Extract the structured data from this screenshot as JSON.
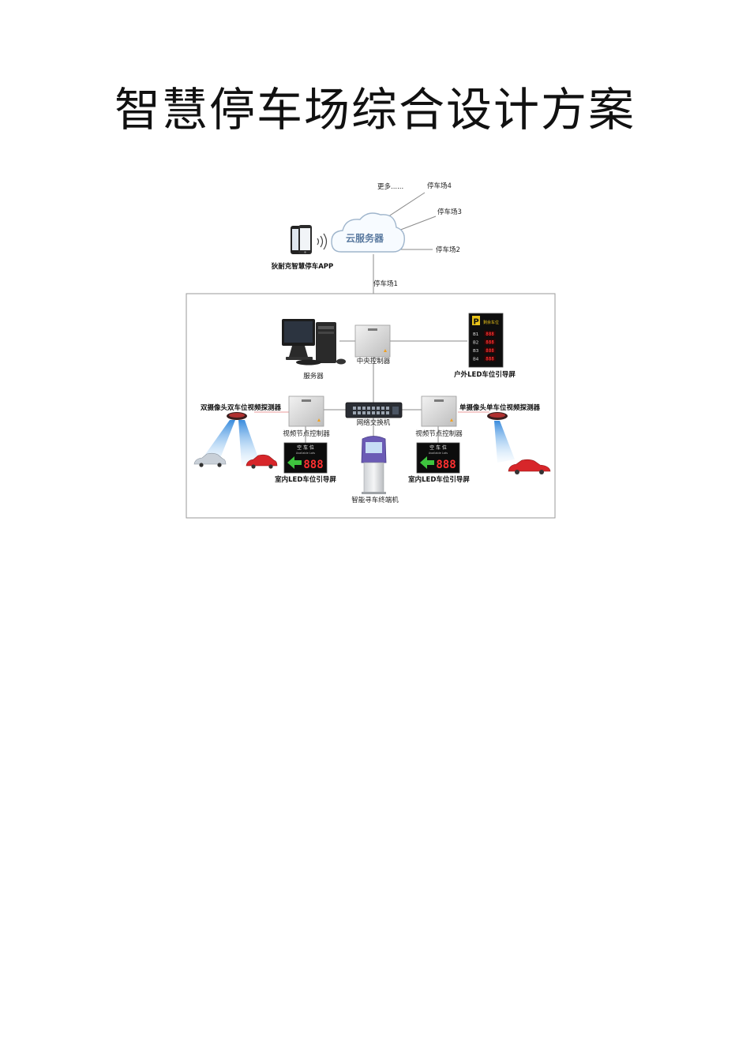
{
  "document": {
    "title": "智慧停车场综合设计方案"
  },
  "diagram": {
    "cloud_label": "云服务器",
    "more_label": "更多......",
    "lot4": "停车场4",
    "lot3": "停车场3",
    "lot2": "停车场2",
    "lot1": "停车场1",
    "app_label": "狄耐克智慧停车APP",
    "server_label": "服务器",
    "central_controller_label": "中央控制器",
    "outdoor_screen_label": "户外LED车位引导屏",
    "outdoor_screen_p": "P",
    "outdoor_screen_header": "剩余车位",
    "outdoor_rows": [
      {
        "zone": "B1",
        "count": "888"
      },
      {
        "zone": "B2",
        "count": "888"
      },
      {
        "zone": "B3",
        "count": "888"
      },
      {
        "zone": "B4",
        "count": "888"
      }
    ],
    "switch_label": "网络交换机",
    "left_detector_label": "双摄像头双车位视频探测器",
    "right_detector_label": "单摄像头单车位视频探测器",
    "left_node_controller_label": "视频节点控制器",
    "right_node_controller_label": "视频节点控制器",
    "left_indoor_label": "室内LED车位引导屏",
    "right_indoor_label": "室内LED车位引导屏",
    "indoor_header": "空 车 位",
    "indoor_sub": "Available Lots",
    "indoor_count": "888",
    "kiosk_label": "智能寻车终端机"
  },
  "colors": {
    "frame": "#9a9a9a",
    "line": "#8a8a8a",
    "led_red": "#ff3030",
    "arrow_green": "#3ec43e",
    "car_red": "#d7262a",
    "car_silver": "#c9d0d8",
    "beam_blue": "#4aa3e8",
    "kiosk_purple": "#6b5bb5"
  }
}
